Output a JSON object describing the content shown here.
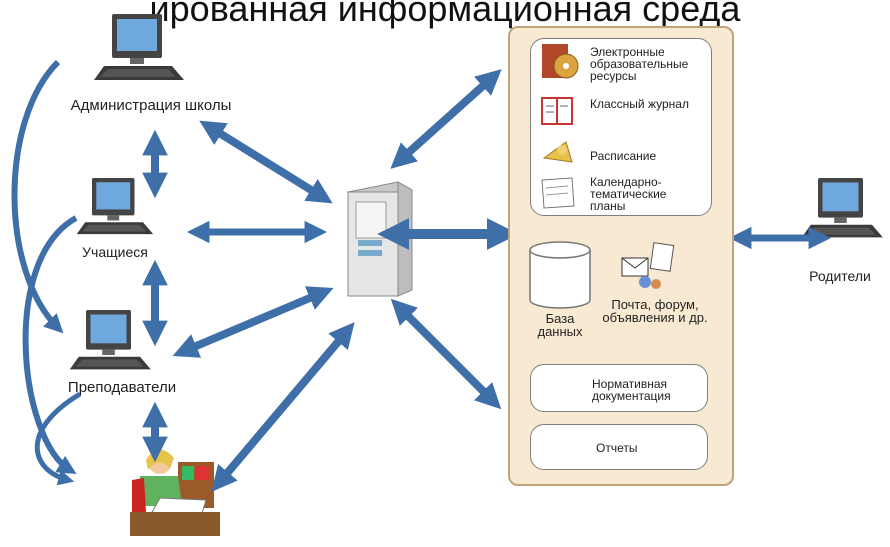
{
  "title_fragment": "ированная информационная среда",
  "nodes": {
    "admin": "Администрация школы",
    "students": "Учащиеся",
    "teachers": "Преподаватели",
    "parents": "Родители"
  },
  "panel": {
    "resources": [
      {
        "label": "Электронные образовательные ресурсы",
        "icon": "book-cd-icon"
      },
      {
        "label": "Классный журнал",
        "icon": "journal-icon"
      },
      {
        "label": "Расписание",
        "icon": "bell-icon"
      },
      {
        "label": "Календарно-тематические планы",
        "icon": "calendar-book-icon"
      }
    ],
    "database": "База данных",
    "mail": "Почта, форум, объявления и др.",
    "docs": "Нормативная документация",
    "reports": "Отчеты"
  },
  "colors": {
    "arrow": "#3f6fa9",
    "panel_bg": "#f8ead2",
    "panel_border": "#bfa37a"
  }
}
